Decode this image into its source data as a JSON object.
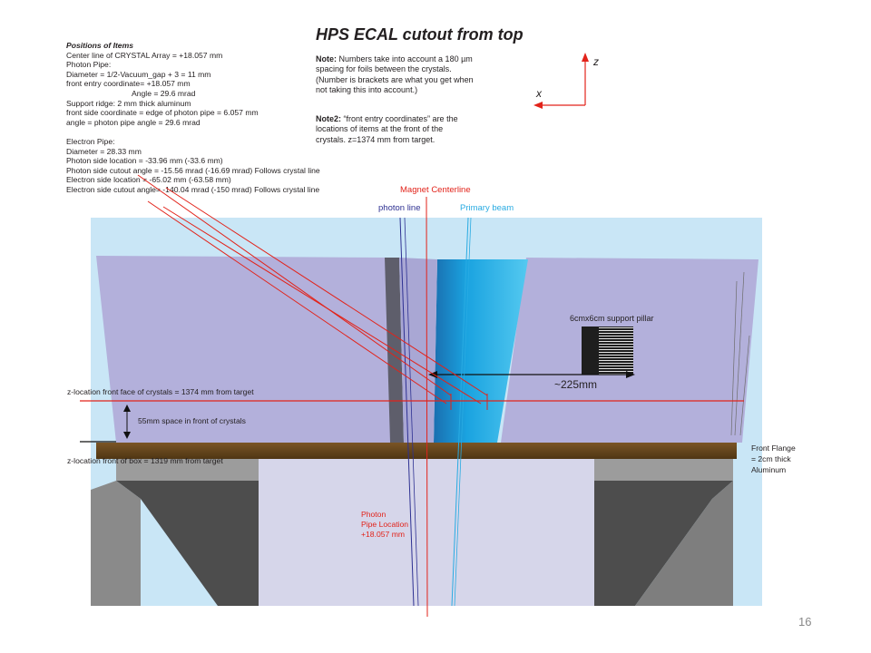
{
  "title": "HPS ECAL cutout from top",
  "positions": {
    "heading": "Positions of Items",
    "lines": [
      "Center line of CRYSTAL Array = +18.057 mm",
      "Photon Pipe:",
      "Diameter = 1/2-Vacuum_gap + 3 = 11 mm",
      "front entry coordinate= +18.057 mm",
      "Angle = 29.6 mrad",
      "Support ridge: 2 mm thick aluminum",
      "front side coordinate = edge of photon pipe = 6.057 mm",
      "angle = photon pipe angle = 29.6 mrad",
      "",
      "Electron Pipe:",
      "Diameter                    = 28.33 mm",
      "Photon side location       = -33.96 mm (-33.6 mm)",
      "Photon side cutout angle = -15.56 mrad (-16.69 mrad) Follows crystal line",
      "Electron side location       = -65.02 mm (-63.58 mm)",
      "Electron side cutout angle= -140.04 mrad (-150 mrad) Follows crystal line"
    ]
  },
  "note1": {
    "label": "Note:",
    "lines": [
      " Numbers take into account a 180 µm",
      "spacing for foils between the crystals.",
      "(Number is brackets are what you get when",
      "not taking this into account.)"
    ]
  },
  "note2": {
    "label": "Note2:",
    "lines": [
      " “front entry coordinates” are the",
      "locations of items at the front of the",
      "crystals. z=1374 mm from target."
    ]
  },
  "axes": {
    "z": "z",
    "x": "x"
  },
  "labels": {
    "magnet_centerline": "Magnet Centerline",
    "photon_line": "photon line",
    "primary_beam": "Primary beam",
    "support_pillar": "6cmx6cm support pillar",
    "distance": "~225mm",
    "front_face": "z-location front face of crystals = 1374 mm from target",
    "space": "55mm space in front of crystals",
    "front_box": "z-location front of box = 1319 mm from target",
    "front_flange": [
      "Front Flange",
      "= 2cm thick",
      "Aluminum"
    ],
    "photon_pipe": [
      "Photon",
      "Pipe Location",
      "+18.057 mm"
    ]
  },
  "slide_number": "16",
  "colors": {
    "crystal_panel": "#b3b0db",
    "background_blue": "#c9e6f6",
    "flange": "#6b4a1f",
    "red": "#e2231a",
    "blue": "#2e3192",
    "cyan": "#29abe2"
  }
}
